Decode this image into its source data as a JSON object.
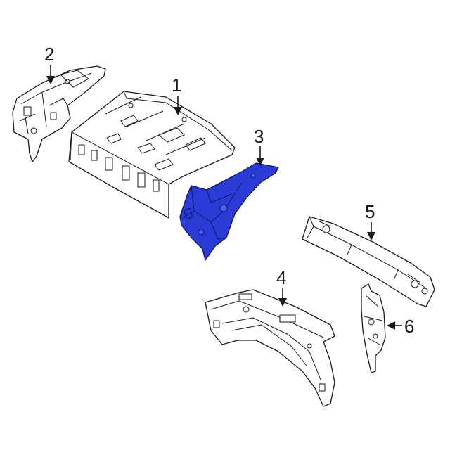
{
  "diagram": {
    "highlight_color": "#2b3cd6",
    "callouts": [
      {
        "id": "1",
        "label": "1"
      },
      {
        "id": "2",
        "label": "2"
      },
      {
        "id": "3",
        "label": "3"
      },
      {
        "id": "4",
        "label": "4"
      },
      {
        "id": "5",
        "label": "5"
      },
      {
        "id": "6",
        "label": "6"
      }
    ],
    "highlighted_part": "3"
  }
}
